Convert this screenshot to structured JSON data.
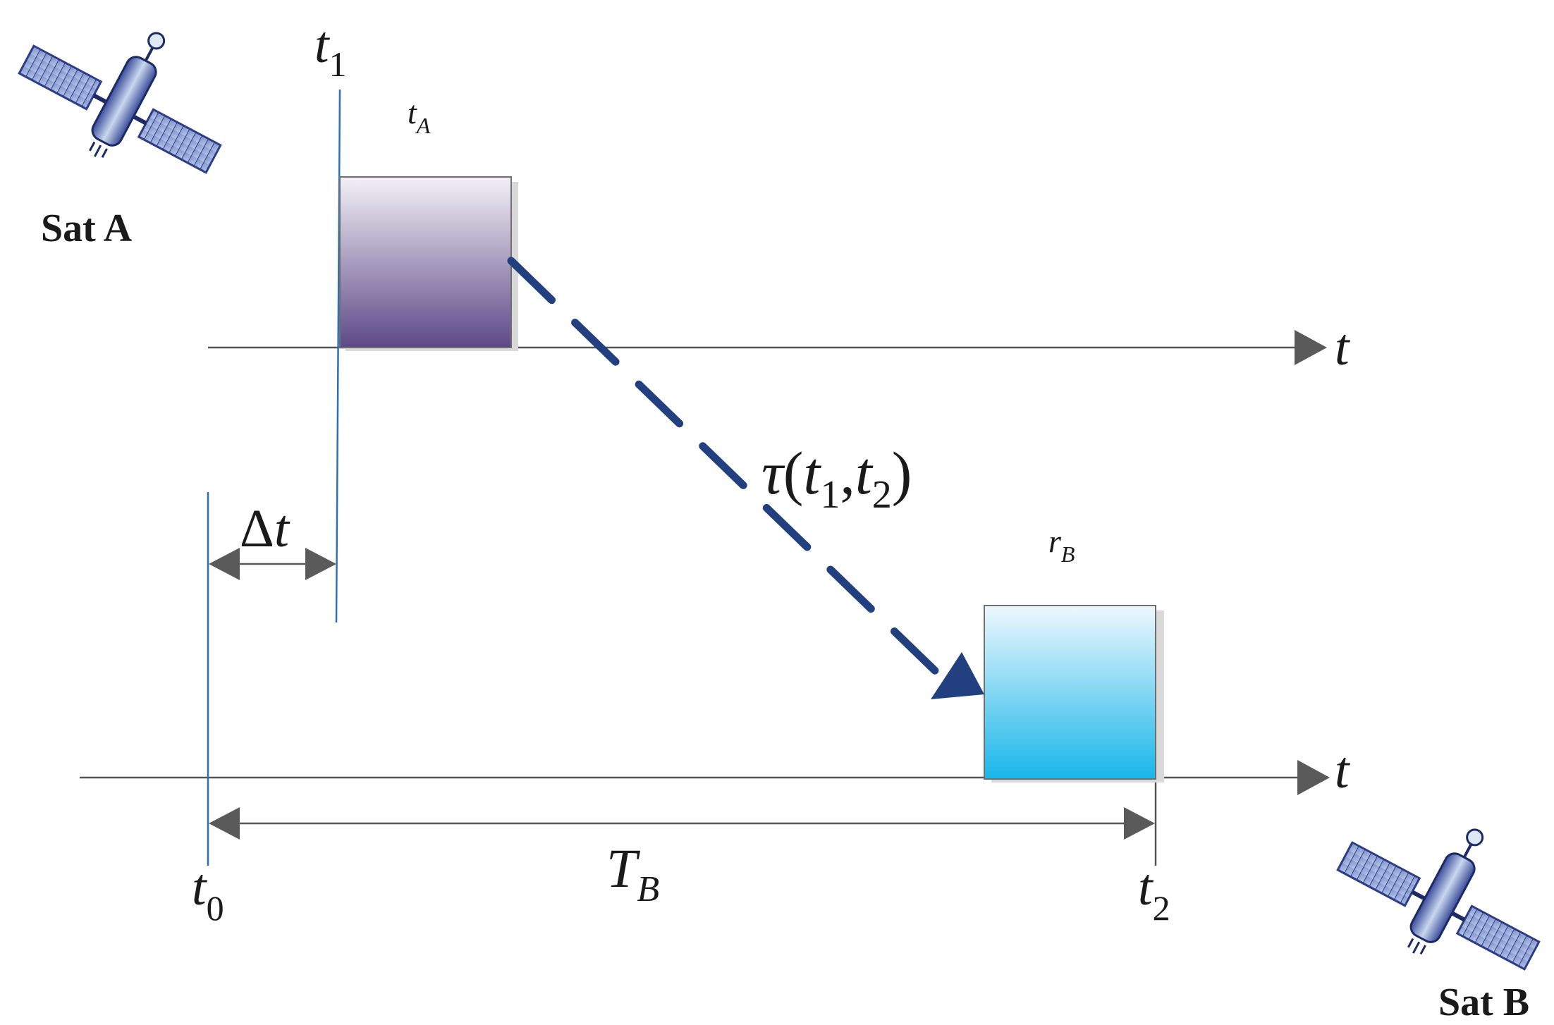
{
  "satellites": {
    "a_label": "Sat A",
    "b_label": "Sat B"
  },
  "labels": {
    "t1_base": "t",
    "t1_sub": "1",
    "tA_base": "t",
    "tA_sub": "A",
    "rB_base": "r",
    "rB_sub": "B",
    "axis_top": "t",
    "axis_bottom": "t",
    "delta_symbol": "Δ",
    "delta_var": "t",
    "tau_symbol": "τ",
    "tau_open": "(",
    "tau_arg1_base": "t",
    "tau_arg1_sub": "1",
    "tau_comma": ",",
    "tau_arg2_base": "t",
    "tau_arg2_sub": "2",
    "tau_close": ")",
    "TB_base": "T",
    "TB_sub": "B",
    "t0_base": "t",
    "t0_sub": "0",
    "t2_base": "t",
    "t2_sub": "2"
  },
  "colors": {
    "vline": "#2f6fb8",
    "axis": "#555555",
    "arrowhead": "#5a5a5a",
    "signal": "#22407f",
    "boxA_top": "#f3f1f6",
    "boxA_bottom": "#5d4987",
    "boxB_top": "#eef8fd",
    "boxB_bottom": "#18b6ea"
  }
}
